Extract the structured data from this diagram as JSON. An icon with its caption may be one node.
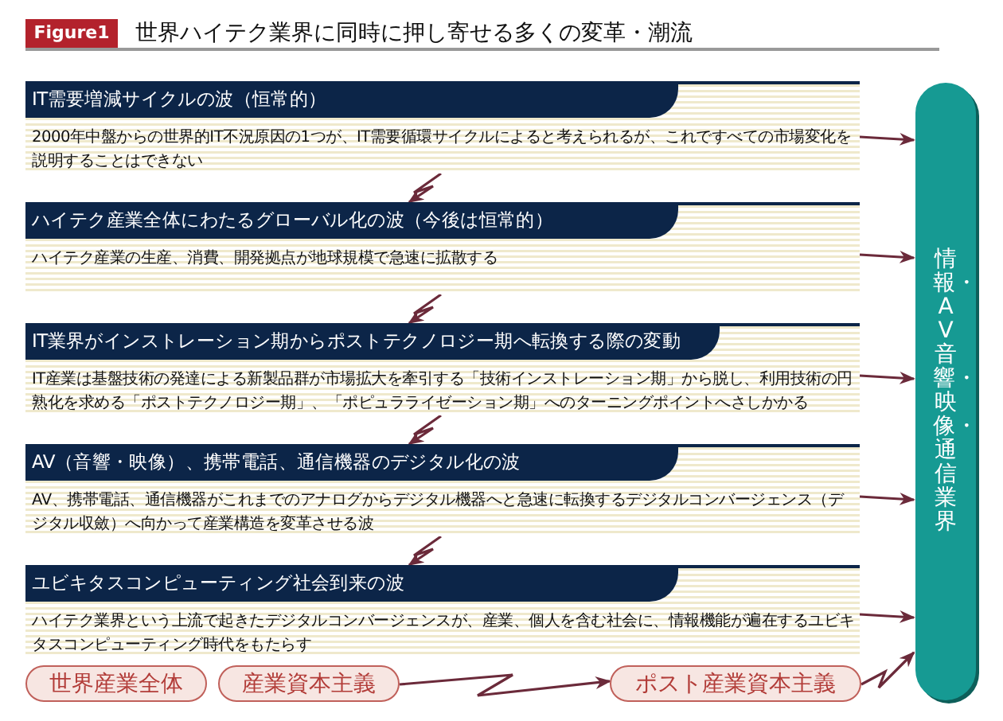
{
  "diagram": {
    "title": "世界ハイテク業界に同時に押し寄せる多くの変革・潮流",
    "nodes": [
      {
        "text": [
          "IT需要増減サイクルの波（恒常的）",
          "2000年中盤からの世界的IT不況原因の1つが、IT需要循環サイクルによると考えられるが、これですべての市場変化を説明することはできない"
        ]
      },
      {
        "text": [
          "ハイテク産業全体にわたるグローバル化の波（今後は恒常的）",
          "ハイテク産業の生産、消費、開発拠点が地球規模で急速に拡散する"
        ]
      },
      {
        "text": [
          "IT業界がインストレーション期からポストテクノロジー期へ転換する際の変動",
          "IT産業は基盤技術の発達による新製品群が市場拡大を牽引する「技術インストレーション期」から脱し、利用技術の円熟化を求める「ポストテクノロジー期」、「ポピュラライゼーション期」へのターニングポイントへさしかかる"
        ]
      },
      {
        "text": [
          "AV（音響・映像）、携帯電話、通信機器のデジタル化の波",
          "AV、携帯電話、通信機器がこれまでのアナログからデジタル機器へと急速に転換するデジタルコンバージェンス（デジタル収斂）へ向かって産業構造を変革させる波"
        ]
      },
      {
        "text": [
          "ユビキタスコンピューティング社会到来の波",
          "ハイテク業界という上流で起きたデジタルコンバージェンスが、産業、個人を含む社会に、情報機能が遍在するユビキタスコンピューティング時代をもたらす"
        ]
      },
      {
        "text": [
          "情報・AV 音響・映像・通信業界"
        ]
      },
      {
        "text": [
          "世界産業全体"
        ]
      },
      {
        "text": [
          "産業資本主義"
        ]
      },
      {
        "text": [
          "ポスト産業資本主義"
        ]
      }
    ],
    "edges": [
      {
        "from": 0,
        "to": 5,
        "arrow": "to"
      },
      {
        "from": 1,
        "to": 5,
        "arrow": "to"
      },
      {
        "from": 2,
        "to": 5,
        "arrow": "to"
      },
      {
        "from": 3,
        "to": 5,
        "arrow": "to"
      },
      {
        "from": 4,
        "to": 5,
        "arrow": "to"
      },
      {
        "from": 0,
        "to": 1,
        "arrow": "to"
      },
      {
        "from": 1,
        "to": 2,
        "arrow": "to"
      },
      {
        "from": 2,
        "to": 3,
        "arrow": "to"
      },
      {
        "from": 3,
        "to": 4,
        "arrow": "to"
      },
      {
        "from": 7,
        "to": 8,
        "arrow": "to"
      },
      {
        "from": 8,
        "to": 5,
        "arrow": "to"
      }
    ],
    "labels": [
      "Figure1"
    ]
  }
}
